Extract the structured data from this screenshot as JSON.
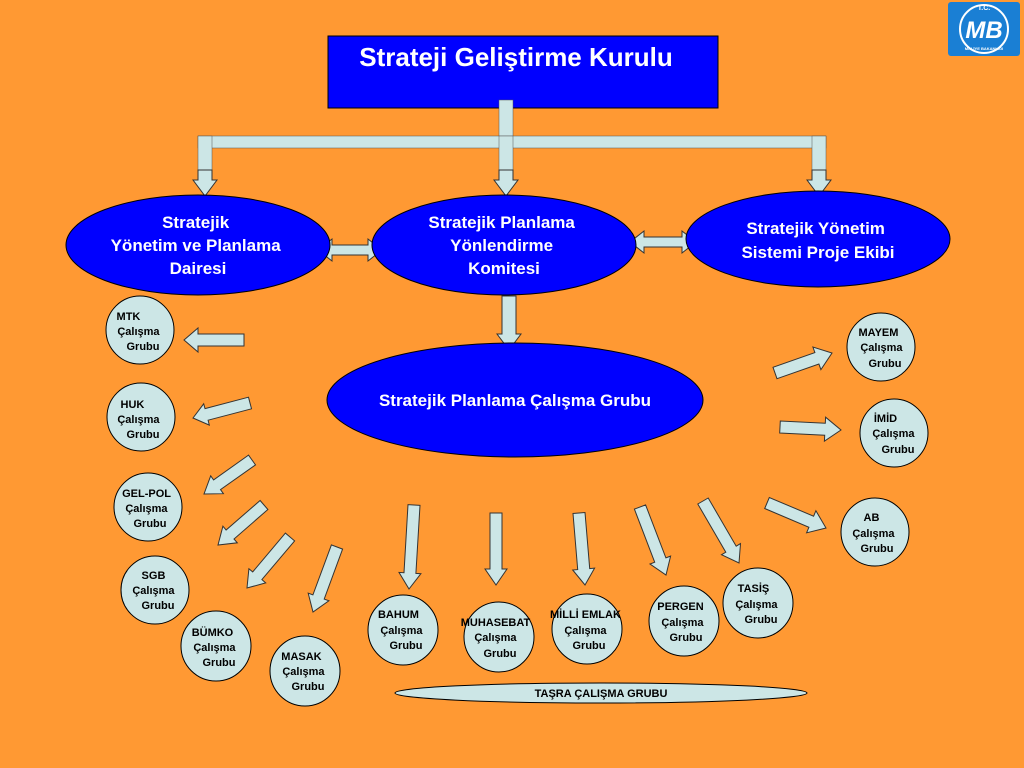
{
  "title": "Strateji Geliştirme Kurulu",
  "logo": {
    "top_text": "T.C.",
    "mark": "MB",
    "bottom_text": "MALİYE BAKANLIĞI"
  },
  "top_nodes": {
    "left": [
      "Stratejik",
      "Yönetim ve Planlama",
      "Dairesi"
    ],
    "center": [
      "Stratejik Planlama",
      "Yönlendirme",
      "Komitesi"
    ],
    "right": [
      "Stratejik Yönetim",
      "Sistemi Proje Ekibi"
    ]
  },
  "main_group": "Stratejik Planlama Çalışma Grubu",
  "groups": {
    "mtk": [
      "MTK",
      "Çalışma",
      "Grubu"
    ],
    "huk": [
      "HUK",
      "Çalışma",
      "Grubu"
    ],
    "gelpol": [
      "GEL-POL",
      "Çalışma",
      "Grubu"
    ],
    "sgb": [
      "SGB",
      "Çalışma",
      "Grubu"
    ],
    "bumko": [
      "BÜMKO",
      "Çalışma",
      "Grubu"
    ],
    "masak": [
      "MASAK",
      "Çalışma",
      "Grubu"
    ],
    "bahum": [
      "BAHUM",
      "Çalışma",
      "Grubu"
    ],
    "muhasebat": [
      "MUHASEBAT",
      "Çalışma",
      "Grubu"
    ],
    "milliemlak": [
      "MİLLİ EMLAK",
      "Çalışma",
      "Grubu"
    ],
    "pergen": [
      "PERGEN",
      "Çalışma",
      "Grubu"
    ],
    "tasis": [
      "TASİŞ",
      "Çalışma",
      "Grubu"
    ],
    "mayem": [
      "MAYEM",
      "Çalışma",
      "Grubu"
    ],
    "imid": [
      "İMİD",
      "Çalışma",
      "Grubu"
    ],
    "ab": [
      "AB",
      "Çalışma",
      "Grubu"
    ]
  },
  "tasra": "TAŞRA ÇALIŞMA GRUBU",
  "colors": {
    "background": "#FF9933",
    "blue": "#0000FF",
    "connector": "#CCE6E6",
    "node_fill": "#CCE6E6"
  }
}
